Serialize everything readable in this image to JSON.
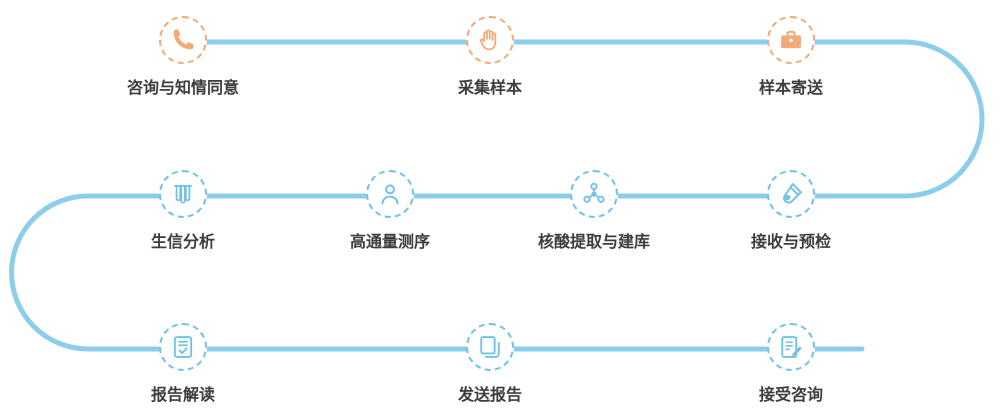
{
  "diagram": {
    "type": "process-flow",
    "connector_color": "#8dcdec",
    "palette": {
      "orange": "#f2ab78",
      "blue": "#72c2e6",
      "label": "#3d3d3d"
    },
    "steps": [
      {
        "label": "咨询与知情同意",
        "icon": "phone-icon",
        "tone": "orange",
        "row": 1
      },
      {
        "label": "采集样本",
        "icon": "hand-collect-icon",
        "tone": "orange",
        "row": 1
      },
      {
        "label": "样本寄送",
        "icon": "parcel-icon",
        "tone": "orange",
        "row": 1
      },
      {
        "label": "接收与预检",
        "icon": "test-tube-icon",
        "tone": "blue",
        "row": 2
      },
      {
        "label": "核酸提取与建库",
        "icon": "molecule-icon",
        "tone": "blue",
        "row": 2
      },
      {
        "label": "高通量测序",
        "icon": "person-icon",
        "tone": "blue",
        "row": 2
      },
      {
        "label": "生信分析",
        "icon": "test-tubes-icon",
        "tone": "blue",
        "row": 2
      },
      {
        "label": "报告解读",
        "icon": "report-check-icon",
        "tone": "blue",
        "row": 3
      },
      {
        "label": "发送报告",
        "icon": "documents-icon",
        "tone": "blue",
        "row": 3
      },
      {
        "label": "接受咨询",
        "icon": "report-pen-icon",
        "tone": "blue",
        "row": 3
      }
    ]
  }
}
